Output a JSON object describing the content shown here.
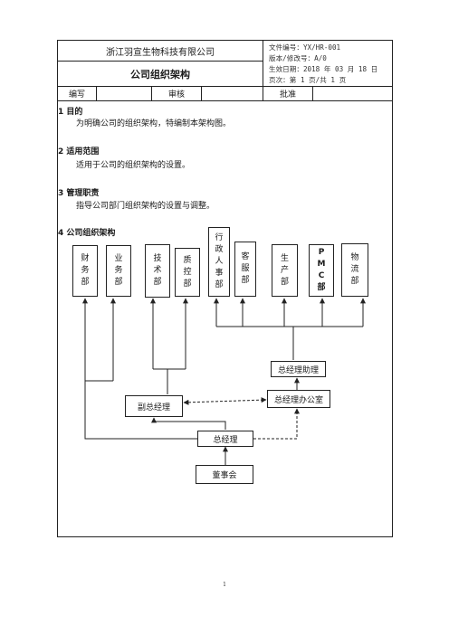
{
  "header": {
    "company": "浙江羽宣生物科技有限公司",
    "doc_title": "公司组织架构",
    "meta": [
      "文件编号：YX/HR-001",
      "版本/修改号：A/0",
      "生效日期：2018 年 03 月 18 日",
      "页次：第 1 页/共 1 页"
    ],
    "sign_row": {
      "prepared": "编写",
      "reviewed": "审核",
      "approved": "批准"
    }
  },
  "sections": [
    {
      "heading": "1  目的",
      "body": "为明确公司的组织架构，特编制本架构图。"
    },
    {
      "heading": "2  适用范围",
      "body": "适用于公司的组织架构的设置。"
    },
    {
      "heading": "3  管理职责",
      "body": "指导公司部门组织架构的设置与调整。"
    },
    {
      "heading": "4  公司组织架构",
      "body": ""
    }
  ],
  "org_chart": {
    "departments": [
      {
        "id": "finance",
        "label": [
          "财",
          "务",
          "部"
        ]
      },
      {
        "id": "business",
        "label": [
          "业",
          "务",
          "部"
        ]
      },
      {
        "id": "technology",
        "label": [
          "技",
          "术",
          "部"
        ]
      },
      {
        "id": "quality",
        "label": [
          "质",
          "控",
          "部"
        ]
      },
      {
        "id": "admin-hr",
        "label": [
          "行",
          "政",
          "人",
          "事",
          "部"
        ]
      },
      {
        "id": "customer-service",
        "label": [
          "客",
          "服",
          "部"
        ]
      },
      {
        "id": "production",
        "label": [
          "生",
          "产",
          "部"
        ]
      },
      {
        "id": "pmc",
        "label": [
          "P",
          "M",
          "C",
          "部"
        ]
      },
      {
        "id": "logistics",
        "label": [
          "物",
          "流",
          "部"
        ]
      }
    ],
    "assistant": "总经理助理",
    "gm_office": "总经理办公室",
    "deputy_gm": "副总经理",
    "gm": "总经理",
    "board": "董事会"
  },
  "footer": {
    "page_number": "1"
  }
}
